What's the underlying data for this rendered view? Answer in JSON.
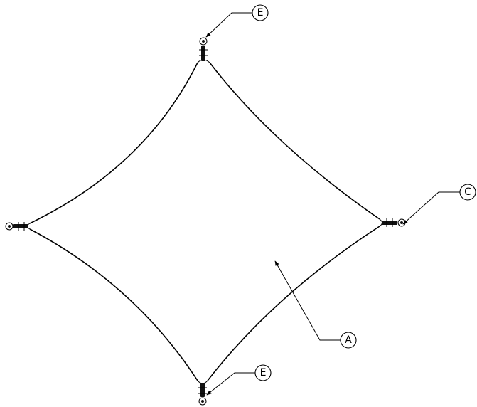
{
  "callouts": [
    {
      "id": "top",
      "letter": "E"
    },
    {
      "id": "right",
      "letter": "C"
    },
    {
      "id": "center",
      "letter": "A"
    },
    {
      "id": "bottom",
      "letter": "E"
    }
  ],
  "colors": {
    "line": "#000000",
    "background": "#ffffff"
  }
}
